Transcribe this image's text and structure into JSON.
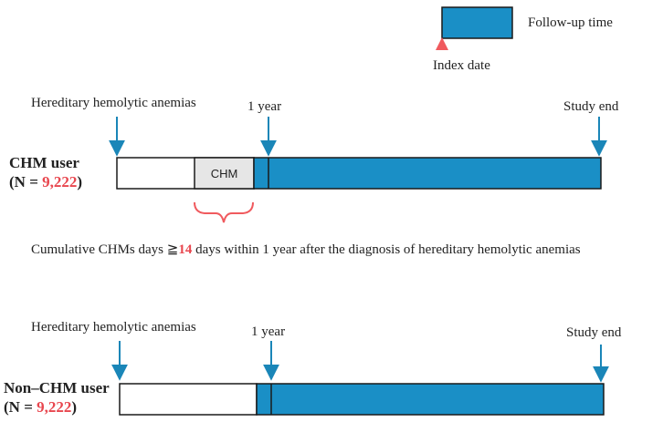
{
  "legend": {
    "followup_label": "Follow-up time",
    "index_label": "Index date"
  },
  "chm_user": {
    "group_label": "CHM user",
    "n_prefix": "(N = ",
    "n_value": "9,222",
    "n_suffix": ")",
    "start_label": "Hereditary hemolytic anemias",
    "year_label": "1 year",
    "end_label": "Study end",
    "chm_box_label": "CHM"
  },
  "note": {
    "before": "Cumulative CHMs days ≧",
    "value": "14",
    "after": " days within 1 year after the diagnosis of hereditary hemolytic anemias"
  },
  "non_chm_user": {
    "group_label": "Non–CHM user",
    "n_prefix": "(N = ",
    "n_value": "9,222",
    "n_suffix": ")",
    "start_label": "Hereditary hemolytic anemias",
    "year_label": "1 year",
    "end_label": "Study end"
  },
  "colors": {
    "followup": "#1a8fc6",
    "arrow": "#1a86b8",
    "index_marker": "#f05a5e",
    "brace": "#f05a5e",
    "chm_box": "#e6e6e6",
    "highlight": "#e8474f"
  }
}
